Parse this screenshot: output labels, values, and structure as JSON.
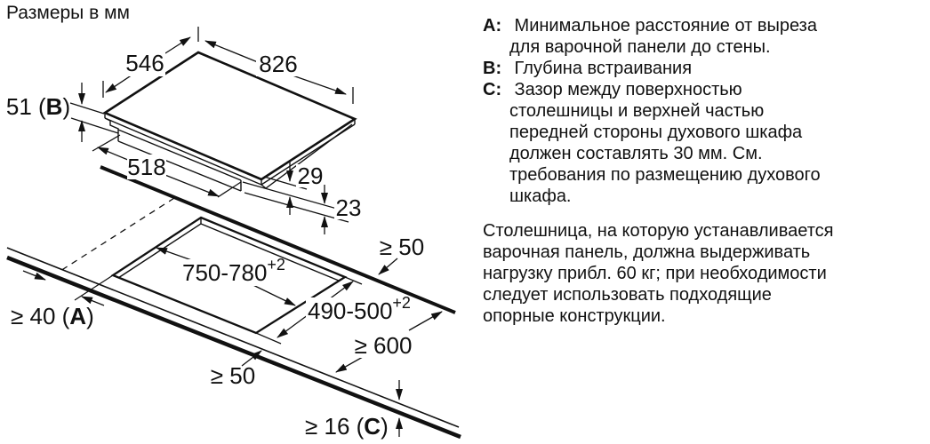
{
  "title": "Размеры в мм",
  "diagram": {
    "dims": {
      "width_top": "546",
      "length_top": "826",
      "build_pre": "51 (",
      "build_letter": "B",
      "build_post": ")",
      "depth_518": "518",
      "h29": "29",
      "h23": "23",
      "cutout_length": "750-780",
      "cutout_length_sup": "+2",
      "cutout_depth": "490-500",
      "cutout_depth_sup": "+2",
      "rear_clearance": "≥ 50",
      "side_pre": "≥ 40 (",
      "side_letter": "A",
      "side_post": ")",
      "worktop_depth": "≥ 600",
      "front_clearance": "≥ 50",
      "gap_pre": "≥ 16 (",
      "gap_letter": "C",
      "gap_post": ")"
    }
  },
  "legend": [
    {
      "label": "A:",
      "text": " Минимальное расстояние от выреза\nдля варочной панели до стены."
    },
    {
      "label": "B:",
      "text": " Глубина встраивания"
    },
    {
      "label": "C:",
      "text": " Зазор между поверхностью\nстолешницы и верхней частью\nпередней стороны духового шкафа\nдолжен составлять 30 мм. См.\nтребования по размещению духового\nшкафа."
    }
  ],
  "note": "Столешница, на которую устанавливается\nварочная панель, должна выдерживать\nнагрузку прибл. 60 кг; при необходимости\nследует использовать подходящие\nопорные конструкции."
}
